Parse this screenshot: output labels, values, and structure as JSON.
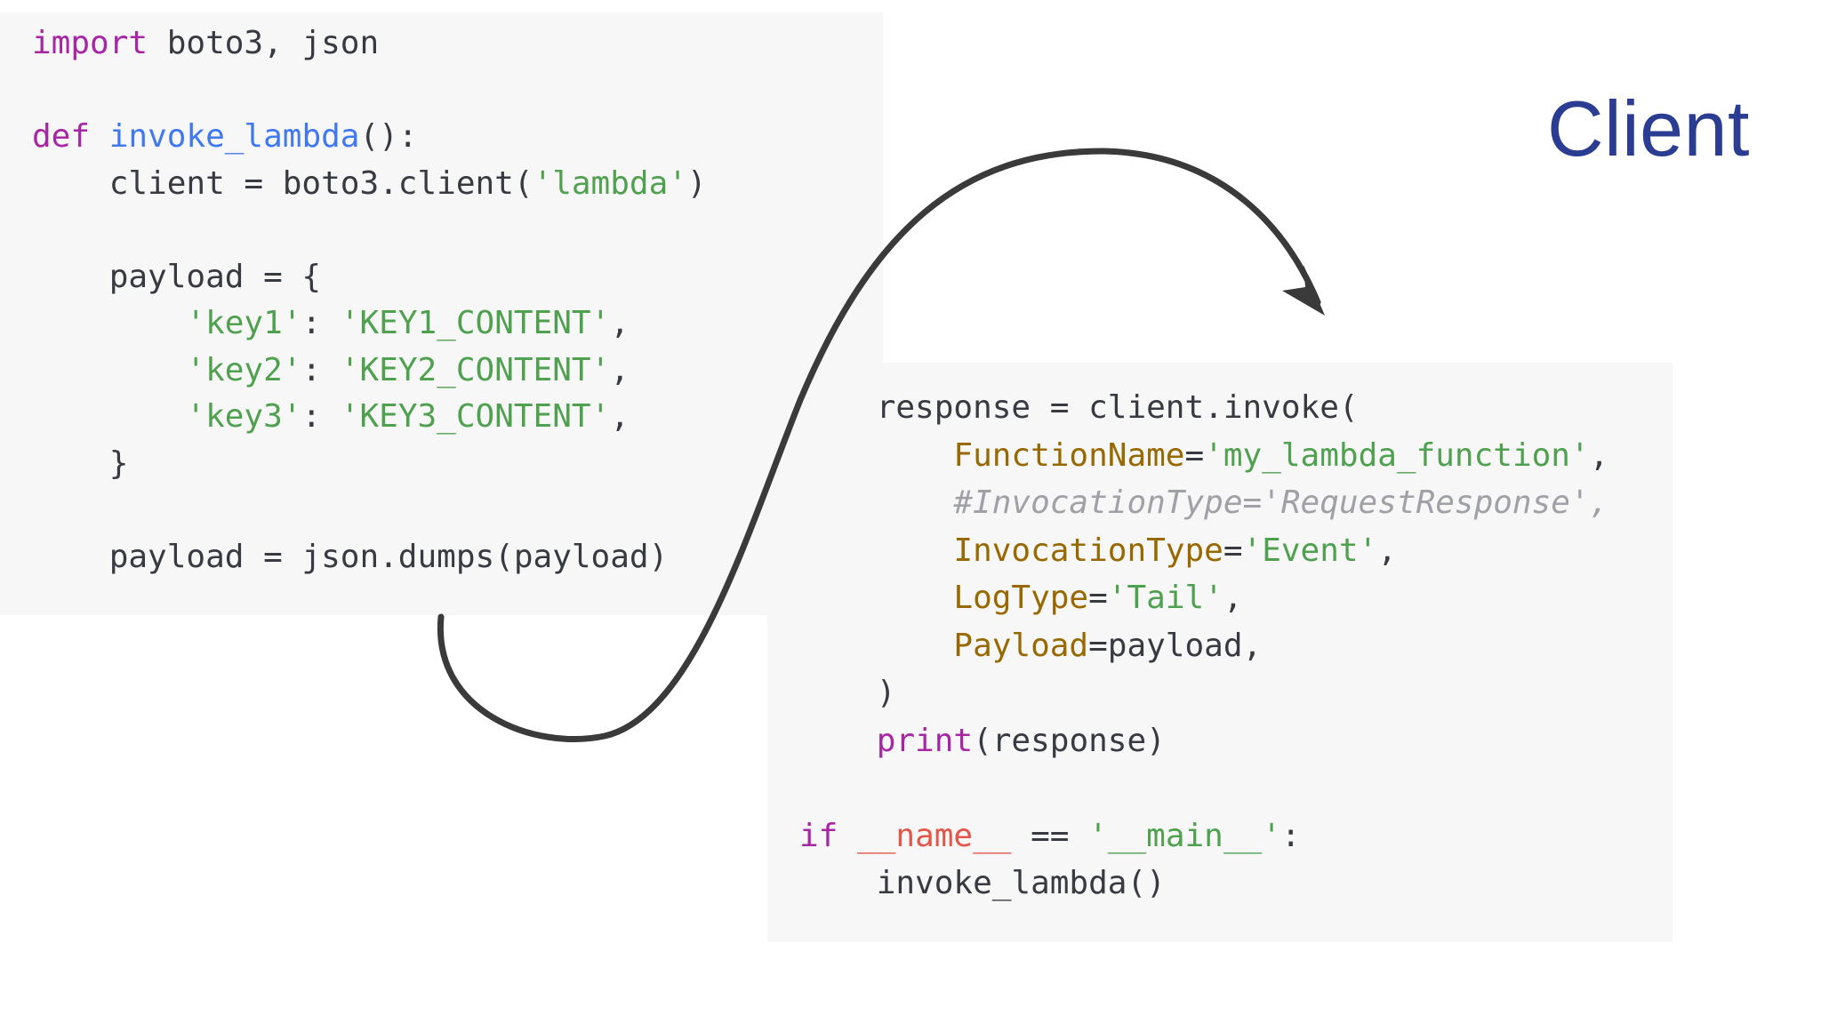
{
  "title": "Client",
  "colors": {
    "title": "#2a3d92",
    "keyword": "#a626a4",
    "function": "#4078f2",
    "string": "#50a14f",
    "parameter": "#986801",
    "dunder": "#e45649",
    "comment": "#a0a1a7",
    "plain": "#383a42",
    "arrow": "#3a3a3a"
  },
  "arrow_icon": "curved-arrow",
  "code_top": {
    "lines": [
      [
        {
          "t": "import",
          "c": "kw"
        },
        {
          "t": " boto3, json",
          "c": "plain"
        }
      ],
      [],
      [
        {
          "t": "def",
          "c": "kw"
        },
        {
          "t": " ",
          "c": "plain"
        },
        {
          "t": "invoke_lambda",
          "c": "fn"
        },
        {
          "t": "():",
          "c": "plain"
        }
      ],
      [
        {
          "t": "    client = boto3.client(",
          "c": "plain"
        },
        {
          "t": "'lambda'",
          "c": "str"
        },
        {
          "t": ")",
          "c": "plain"
        }
      ],
      [],
      [
        {
          "t": "    payload = {",
          "c": "plain"
        }
      ],
      [
        {
          "t": "        ",
          "c": "plain"
        },
        {
          "t": "'key1'",
          "c": "str"
        },
        {
          "t": ": ",
          "c": "plain"
        },
        {
          "t": "'KEY1_CONTENT'",
          "c": "str"
        },
        {
          "t": ",",
          "c": "plain"
        }
      ],
      [
        {
          "t": "        ",
          "c": "plain"
        },
        {
          "t": "'key2'",
          "c": "str"
        },
        {
          "t": ": ",
          "c": "plain"
        },
        {
          "t": "'KEY2_CONTENT'",
          "c": "str"
        },
        {
          "t": ",",
          "c": "plain"
        }
      ],
      [
        {
          "t": "        ",
          "c": "plain"
        },
        {
          "t": "'key3'",
          "c": "str"
        },
        {
          "t": ": ",
          "c": "plain"
        },
        {
          "t": "'KEY3_CONTENT'",
          "c": "str"
        },
        {
          "t": ",",
          "c": "plain"
        }
      ],
      [
        {
          "t": "    }",
          "c": "plain"
        }
      ],
      [],
      [
        {
          "t": "    payload = json.dumps(payload)",
          "c": "plain"
        }
      ]
    ]
  },
  "code_bottom": {
    "lines": [
      [
        {
          "t": "    response = client.invoke(",
          "c": "plain"
        }
      ],
      [
        {
          "t": "        ",
          "c": "plain"
        },
        {
          "t": "FunctionName",
          "c": "param"
        },
        {
          "t": "=",
          "c": "plain"
        },
        {
          "t": "'my_lambda_function'",
          "c": "str"
        },
        {
          "t": ",",
          "c": "plain"
        }
      ],
      [
        {
          "t": "        ",
          "c": "plain"
        },
        {
          "t": "#InvocationType='RequestResponse',",
          "c": "comment"
        }
      ],
      [
        {
          "t": "        ",
          "c": "plain"
        },
        {
          "t": "InvocationType",
          "c": "param"
        },
        {
          "t": "=",
          "c": "plain"
        },
        {
          "t": "'Event'",
          "c": "str"
        },
        {
          "t": ",",
          "c": "plain"
        }
      ],
      [
        {
          "t": "        ",
          "c": "plain"
        },
        {
          "t": "LogType",
          "c": "param"
        },
        {
          "t": "=",
          "c": "plain"
        },
        {
          "t": "'Tail'",
          "c": "str"
        },
        {
          "t": ",",
          "c": "plain"
        }
      ],
      [
        {
          "t": "        ",
          "c": "plain"
        },
        {
          "t": "Payload",
          "c": "param"
        },
        {
          "t": "=payload,",
          "c": "plain"
        }
      ],
      [
        {
          "t": "    )",
          "c": "plain"
        }
      ],
      [
        {
          "t": "    ",
          "c": "plain"
        },
        {
          "t": "print",
          "c": "kw"
        },
        {
          "t": "(response)",
          "c": "plain"
        }
      ],
      [],
      [
        {
          "t": "if",
          "c": "kw"
        },
        {
          "t": " ",
          "c": "plain"
        },
        {
          "t": "__name__",
          "c": "var"
        },
        {
          "t": " == ",
          "c": "plain"
        },
        {
          "t": "'__main__'",
          "c": "str"
        },
        {
          "t": ":",
          "c": "plain"
        }
      ],
      [
        {
          "t": "    invoke_lambda()",
          "c": "plain"
        }
      ]
    ]
  }
}
